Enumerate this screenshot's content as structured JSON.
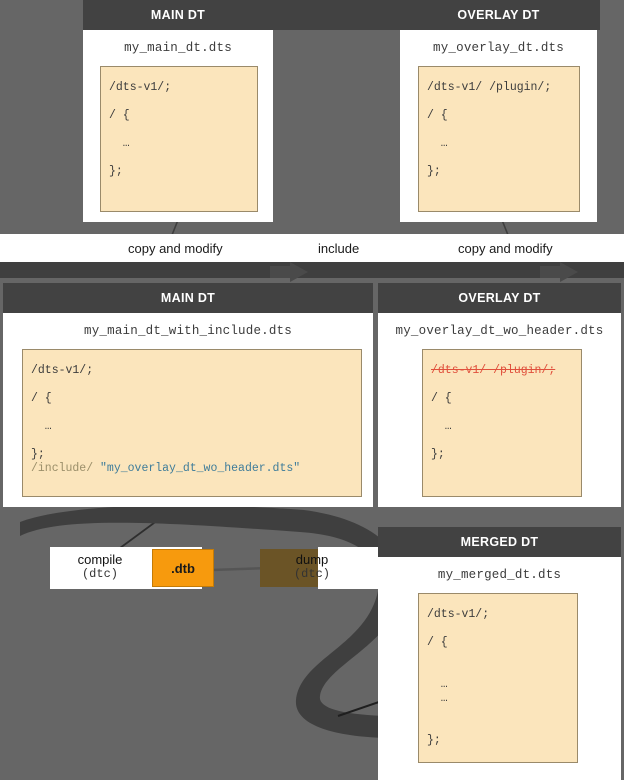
{
  "theme": {
    "background": "#666666",
    "header_bar": "#424242",
    "panel_body": "#ffffff",
    "code_background": "#FBE5BC",
    "code_border": "#9a8a6a",
    "code_text": "#3c3c3c",
    "strike_red": "#E0503C",
    "include_keyword": "#9b8f6a",
    "include_string": "#3e7c9a",
    "dtb_orange": "#F79A0D",
    "arrow_dark": "#3f3f3f",
    "brown_bar": "#6B5426"
  },
  "panels": {
    "main_top": {
      "header": "MAIN DT",
      "file_name": "my_main_dt.dts",
      "code_lines": [
        {
          "text": "/dts-v1/;",
          "style": "normal"
        },
        {
          "text": "",
          "style": "blank"
        },
        {
          "text": "/ {",
          "style": "normal"
        },
        {
          "text": "",
          "style": "blank"
        },
        {
          "text": "  …",
          "style": "normal"
        },
        {
          "text": "",
          "style": "blank"
        },
        {
          "text": "};",
          "style": "normal"
        }
      ]
    },
    "overlay_top": {
      "header": "OVERLAY DT",
      "file_name": "my_overlay_dt.dts",
      "code_lines": [
        {
          "text": "/dts-v1/ /plugin/;",
          "style": "normal"
        },
        {
          "text": "",
          "style": "blank"
        },
        {
          "text": "/ {",
          "style": "normal"
        },
        {
          "text": "",
          "style": "blank"
        },
        {
          "text": "  …",
          "style": "normal"
        },
        {
          "text": "",
          "style": "blank"
        },
        {
          "text": "};",
          "style": "normal"
        }
      ]
    },
    "main_mid": {
      "header": "MAIN DT",
      "file_name": "my_main_dt_with_include.dts",
      "code_lines": [
        {
          "text": "/dts-v1/;",
          "style": "normal"
        },
        {
          "text": "",
          "style": "blank"
        },
        {
          "text": "/ {",
          "style": "normal"
        },
        {
          "text": "",
          "style": "blank"
        },
        {
          "text": "  …",
          "style": "normal"
        },
        {
          "text": "",
          "style": "blank"
        },
        {
          "text": "};",
          "style": "normal"
        }
      ],
      "include_line": {
        "keyword": "/include/",
        "string": "\"my_overlay_dt_wo_header.dts\""
      }
    },
    "overlay_mid": {
      "header": "OVERLAY DT",
      "file_name": "my_overlay_dt_wo_header.dts",
      "code_lines": [
        {
          "text": "/dts-v1/ /plugin/;",
          "style": "struck"
        },
        {
          "text": "",
          "style": "blank"
        },
        {
          "text": "/ {",
          "style": "normal"
        },
        {
          "text": "",
          "style": "blank"
        },
        {
          "text": "  …",
          "style": "normal"
        },
        {
          "text": "",
          "style": "blank"
        },
        {
          "text": "};",
          "style": "normal"
        }
      ]
    },
    "merged": {
      "header": "MERGED DT",
      "file_name": "my_merged_dt.dts",
      "code_lines": [
        {
          "text": "/dts-v1/;",
          "style": "normal"
        },
        {
          "text": "",
          "style": "blank"
        },
        {
          "text": "/ {",
          "style": "normal"
        },
        {
          "text": "",
          "style": "blank"
        },
        {
          "text": "",
          "style": "blank"
        },
        {
          "text": "  …",
          "style": "normal"
        },
        {
          "text": "  …",
          "style": "normal"
        },
        {
          "text": "",
          "style": "blank"
        },
        {
          "text": "",
          "style": "blank"
        },
        {
          "text": "};",
          "style": "normal"
        }
      ]
    }
  },
  "edge_labels": {
    "copy_and_modify_left": "copy and modify",
    "include": "include",
    "copy_and_modify_right": "copy and modify"
  },
  "toolchain": {
    "compile_label": "compile",
    "compile_tool": "(dtc)",
    "artifact": ".dtb",
    "dump_label": "dump",
    "dump_tool": "(dtc)"
  }
}
